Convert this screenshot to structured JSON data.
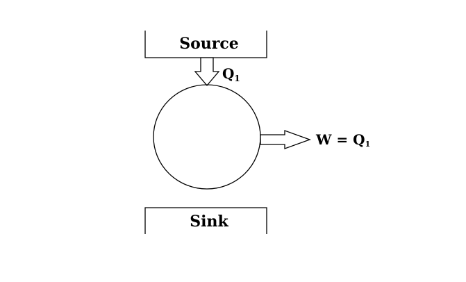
{
  "diagram": {
    "source_label": "Source",
    "sink_label": "Sink",
    "input_label": "Q",
    "input_subscript": "1",
    "output_label": "W = Q",
    "output_subscript": "1"
  }
}
